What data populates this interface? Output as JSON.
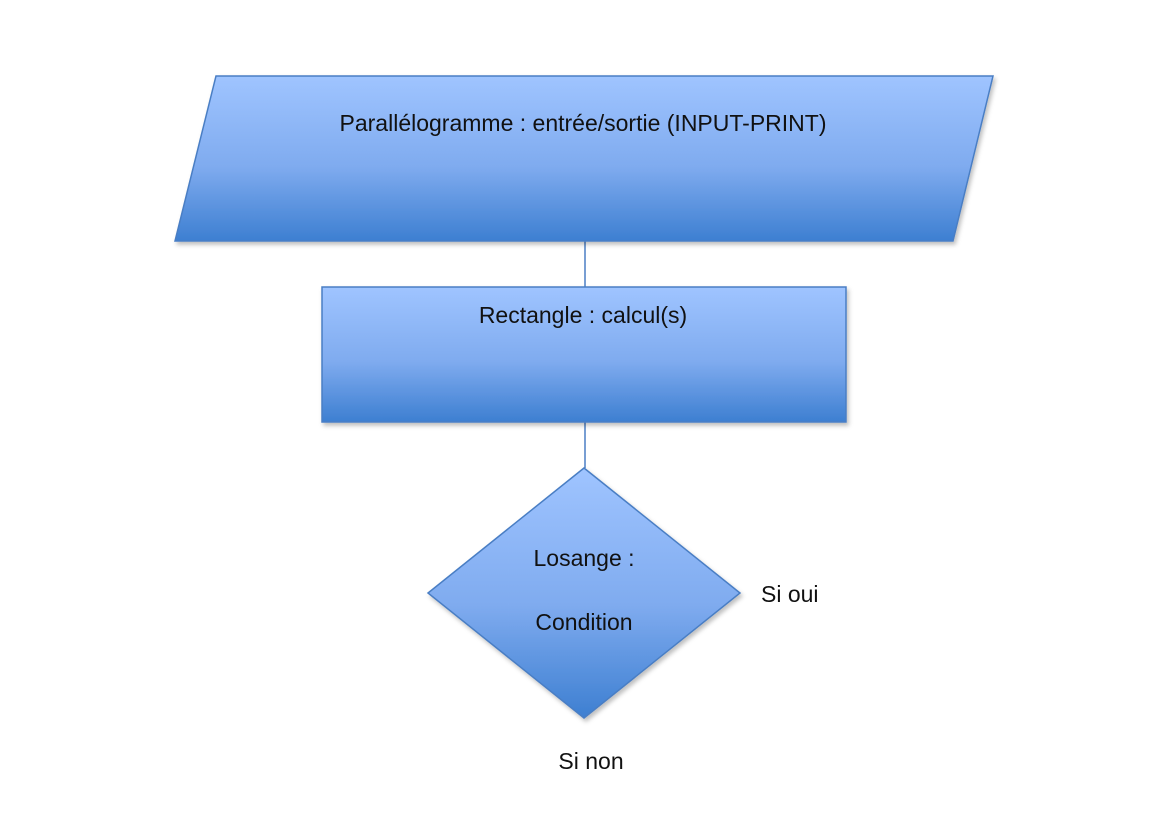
{
  "diagram": {
    "parallelogram": {
      "label": "Parallélogramme : entrée/sortie (INPUT-PRINT)"
    },
    "rectangle": {
      "label": "Rectangle : calcul(s)"
    },
    "diamond": {
      "line1": "Losange :",
      "line2": "Condition"
    },
    "branch_yes": "Si oui",
    "branch_no": "Si non"
  },
  "colors": {
    "fill_top": "#9fc4ff",
    "fill_bottom": "#3d7fd1",
    "stroke": "#4a7ec4",
    "connector": "#4a7ec4"
  }
}
